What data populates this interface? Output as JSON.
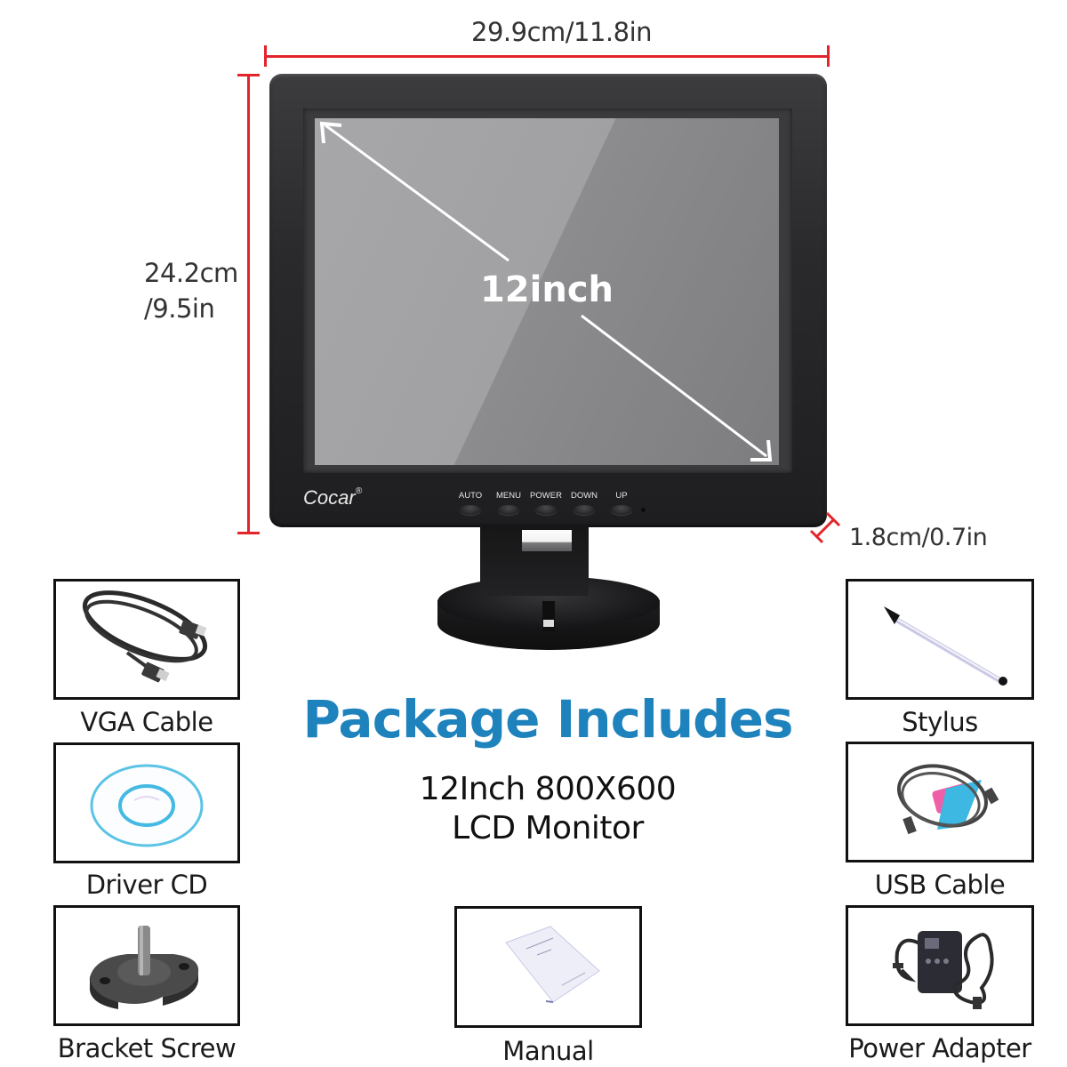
{
  "dimensions": {
    "width": "29.9cm/11.8in",
    "height_line1": "24.2cm",
    "height_line2": "/9.5in",
    "depth": "1.8cm/0.7in",
    "annotation_color": "#e3242b"
  },
  "monitor": {
    "screen_size_label": "12inch",
    "brand": "Cocar",
    "brand_mark": "®",
    "buttons": [
      {
        "label": "AUTO"
      },
      {
        "label": "MENU"
      },
      {
        "label": "POWER"
      },
      {
        "label": "DOWN"
      },
      {
        "label": "UP"
      }
    ]
  },
  "package": {
    "title": "Package Includes",
    "title_color": "#1e82bc",
    "main_item_line1": "12Inch 800X600",
    "main_item_line2": "LCD Monitor",
    "items": [
      {
        "label": "VGA Cable",
        "icon": "vga-cable-icon"
      },
      {
        "label": "Driver CD",
        "icon": "cd-icon"
      },
      {
        "label": "Bracket Screw",
        "icon": "screw-icon"
      },
      {
        "label": "Manual",
        "icon": "manual-icon"
      },
      {
        "label": "Stylus",
        "icon": "stylus-icon"
      },
      {
        "label": "USB Cable",
        "icon": "usb-cable-icon"
      },
      {
        "label": "Power Adapter",
        "icon": "power-adapter-icon"
      }
    ]
  }
}
